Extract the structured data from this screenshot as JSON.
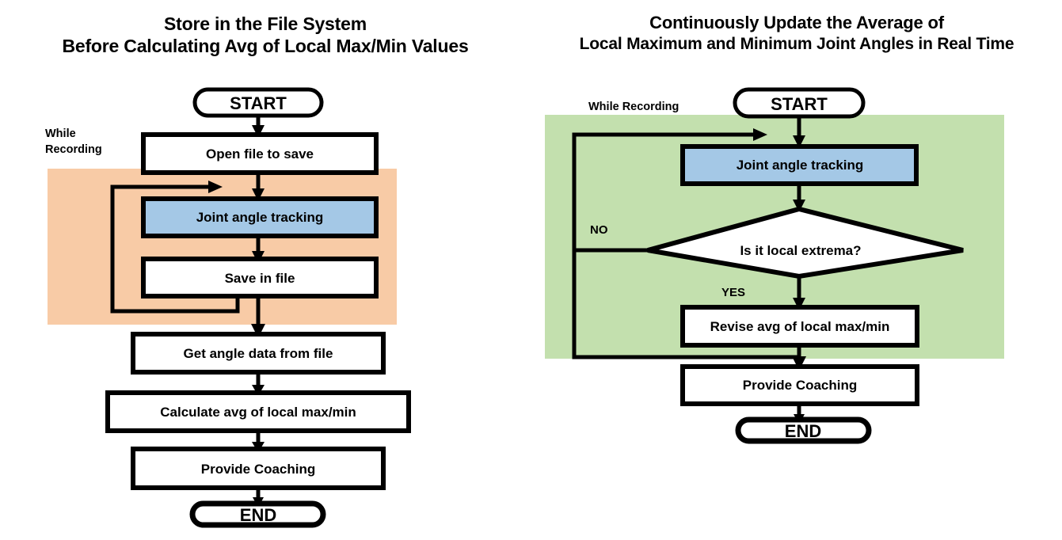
{
  "diagram": {
    "kind": "flowchart-comparison",
    "colors": {
      "peach_panel": "#F8CBA6",
      "green_panel": "#C3E0AE",
      "blue_box": "#A4C8E6",
      "stroke": "#000000",
      "decision_text": "#13306B",
      "white": "#FFFFFF"
    }
  },
  "left": {
    "title": {
      "line1": "Store in the File System",
      "line2": "Before Calculating Avg of Local Max/Min Values"
    },
    "region_label_line1": "While",
    "region_label_line2": "Recording",
    "nodes": {
      "start": "START",
      "open_file": "Open file to save",
      "joint_tracking": "Joint angle tracking",
      "save_in_file": "Save in file",
      "get_angle": "Get angle data from file",
      "calculate_avg": "Calculate avg of local max/min",
      "provide_coaching": "Provide Coaching",
      "end": "END"
    }
  },
  "right": {
    "title": {
      "line1": "Continuously Update the Average of",
      "line2": "Local Maximum and Minimum Joint Angles in Real Time"
    },
    "region_label": "While Recording",
    "nodes": {
      "start": "START",
      "joint_tracking": "Joint angle tracking",
      "decision": "Is it local extrema?",
      "revise_avg": "Revise avg of local max/min",
      "provide_coaching": "Provide Coaching",
      "end": "END"
    },
    "branches": {
      "no": "NO",
      "yes": "YES"
    }
  }
}
